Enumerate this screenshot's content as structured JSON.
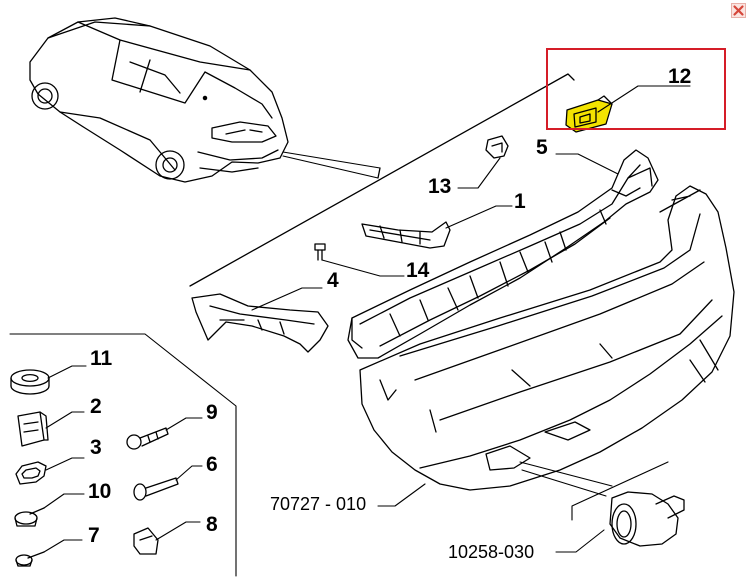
{
  "window": {
    "close_label": "close"
  },
  "colors": {
    "highlight": "#d51d28",
    "part_fill": "#f3e300",
    "line": "#000000"
  },
  "callouts": {
    "c12": "12",
    "c5": "5",
    "c13": "13",
    "c1": "1",
    "c14": "14",
    "c4": "4",
    "c11": "11",
    "c2": "2",
    "c9": "9",
    "c3": "3",
    "c6": "6",
    "c10": "10",
    "c8": "8",
    "c7": "7",
    "bumper_code": "70727 - 010",
    "pipe_code": "10258-030"
  },
  "highlighted_part": "12"
}
